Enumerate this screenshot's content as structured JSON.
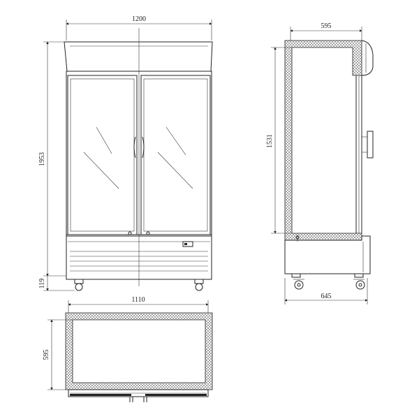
{
  "front_view": {
    "width_label": "1200",
    "height_label": "1953",
    "base_label": "119"
  },
  "side_view": {
    "depth_label": "595",
    "inner_height_label": "1531",
    "total_depth_label": "645"
  },
  "top_view": {
    "width_label": "1110",
    "depth_label": "595"
  }
}
